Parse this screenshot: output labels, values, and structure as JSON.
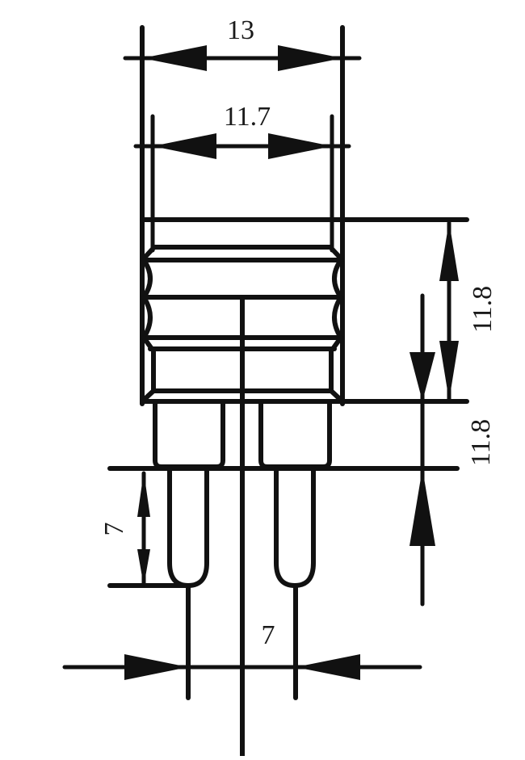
{
  "diagram": {
    "type": "technical-drawing",
    "subject": "plug / connector with threaded body and two pins",
    "colors": {
      "line": "#111111",
      "background": "#ffffff"
    },
    "dimensions": {
      "outer_width": {
        "label": "13",
        "orientation": "horizontal"
      },
      "inner_width": {
        "label": "11.7",
        "orientation": "horizontal"
      },
      "body_height": {
        "label": "11.8",
        "orientation": "vertical"
      },
      "shoulder_height": {
        "label": "11.8",
        "orientation": "vertical"
      },
      "pin_length": {
        "label": "7",
        "orientation": "vertical"
      },
      "pin_spacing": {
        "label": "7",
        "orientation": "horizontal"
      }
    }
  }
}
